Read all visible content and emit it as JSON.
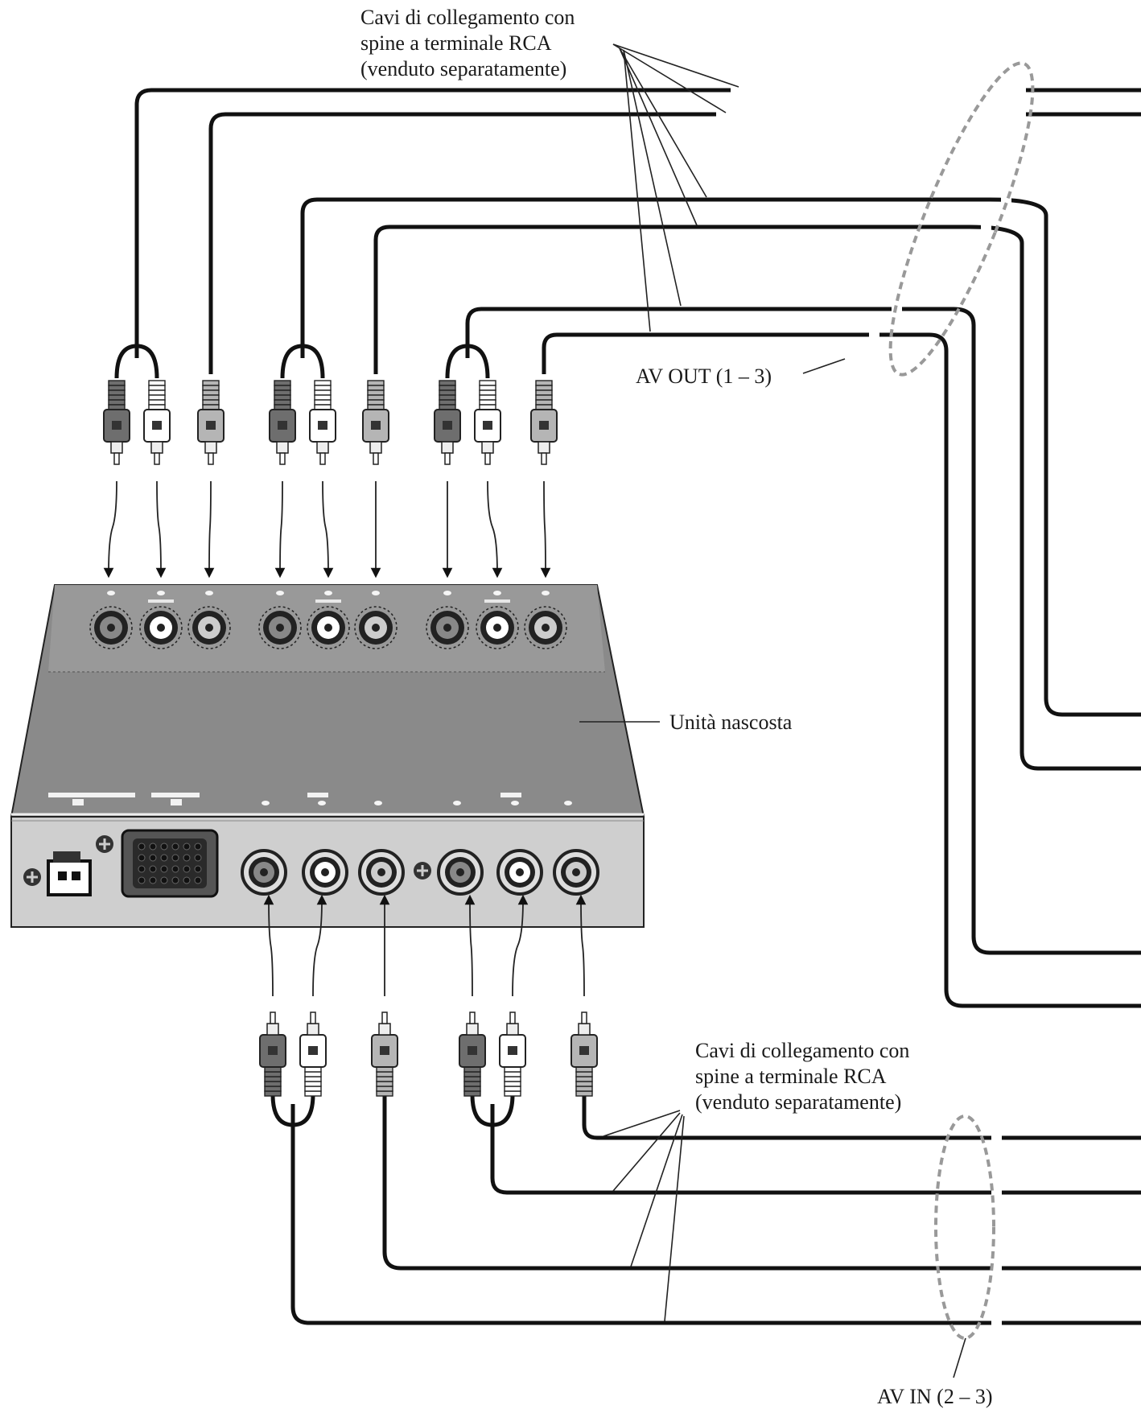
{
  "labels": {
    "cables_top": [
      "Cavi di collegamento con",
      "spine a terminale RCA",
      "(venduto separatamente)"
    ],
    "cables_bottom": [
      "Cavi di collegamento con",
      "spine a terminale RCA",
      "(venduto separatamente)"
    ],
    "av_out": "AV OUT (1 – 3)",
    "av_in": "AV IN (2 – 3)",
    "unit": "Unità nascosta"
  },
  "colors": {
    "cable": "#111111",
    "plug_red": "#6e6e6e",
    "plug_white": "#ffffff",
    "plug_yellow": "#b5b5b5",
    "unit_top": "#8a8a8a",
    "unit_front": "#cfcfcf",
    "ellipse": "#999999"
  },
  "icons": {
    "top_plugs": "rca-plug-icon",
    "bottom_plugs": "rca-plug-icon",
    "top_jacks": "rca-jack-icon",
    "front_jacks": "rca-jack-icon",
    "power_connector": "power-connector-icon",
    "multi_connector": "multi-pin-connector-icon",
    "screws": "screw-icon"
  }
}
